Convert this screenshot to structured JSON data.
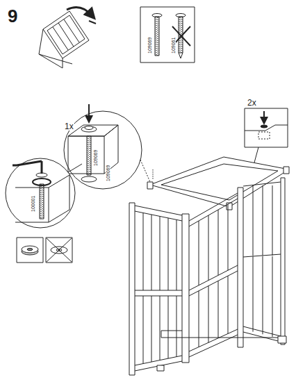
{
  "diagram": {
    "labels": [
      "9",
      "109069",
      "109061",
      "1x",
      "109069",
      "109069",
      "100001",
      "2x"
    ]
  }
}
